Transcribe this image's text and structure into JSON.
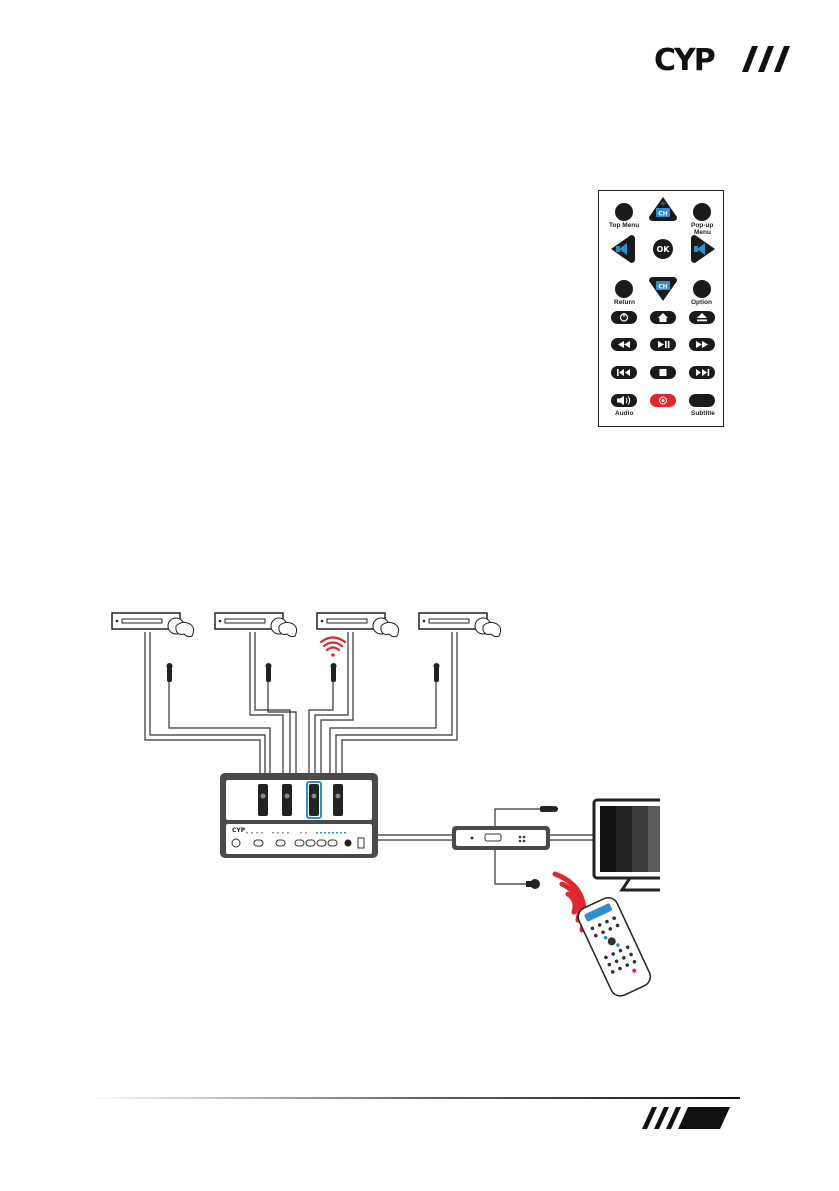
{
  "logo": {
    "text": "CYP"
  },
  "remote_panel": {
    "top_menu": "Top Menu",
    "popup_menu_line1": "Pop-up",
    "popup_menu_line2": "Menu",
    "ok": "OK",
    "ch": "CH",
    "return": "Return",
    "option": "Option",
    "audio": "Audio",
    "subtitle": "Subtitle"
  },
  "colors": {
    "accent_blue": "#2d8fd2",
    "ir_red": "#e0262e",
    "device_gray": "#4a4a4a"
  },
  "diagram": {
    "sources": [
      "bluray-player-1",
      "bluray-player-2",
      "bluray-player-3",
      "bluray-player-4"
    ],
    "active_source_index": 3
  }
}
